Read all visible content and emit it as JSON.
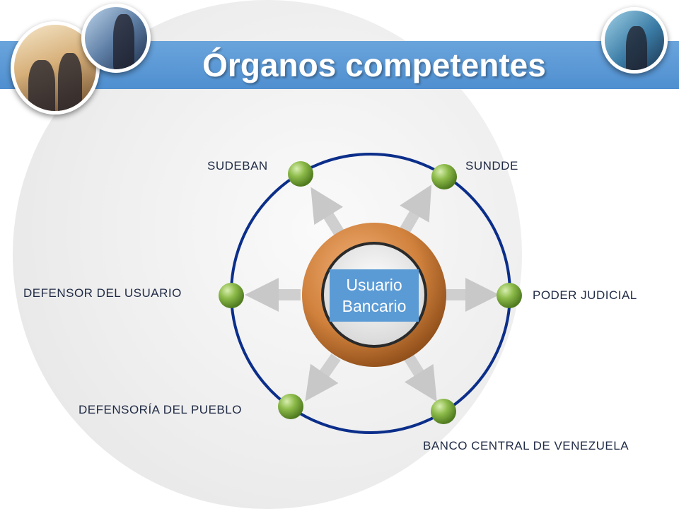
{
  "title": "Órganos competentes",
  "center": {
    "line1": "Usuario",
    "line2": "Bancario"
  },
  "nodes": [
    {
      "id": "sudeban",
      "label": "SUDEBAN"
    },
    {
      "id": "sundde",
      "label": "SUNDDE"
    },
    {
      "id": "defensor-usuario",
      "label": "DEFENSOR DEL USUARIO"
    },
    {
      "id": "poder-judicial",
      "label": "PODER JUDICIAL"
    },
    {
      "id": "defensoria-pueblo",
      "label": "DEFENSORÍA DEL PUEBLO"
    },
    {
      "id": "banco-central",
      "label": "BANCO CENTRAL DE VENEZUELA"
    }
  ],
  "colors": {
    "title_bar": "#5b9bd5",
    "ring": "#0b2e8a",
    "node": "#7aa83a",
    "center_ring": "#c9772f",
    "center_box": "#5b9bd5"
  }
}
